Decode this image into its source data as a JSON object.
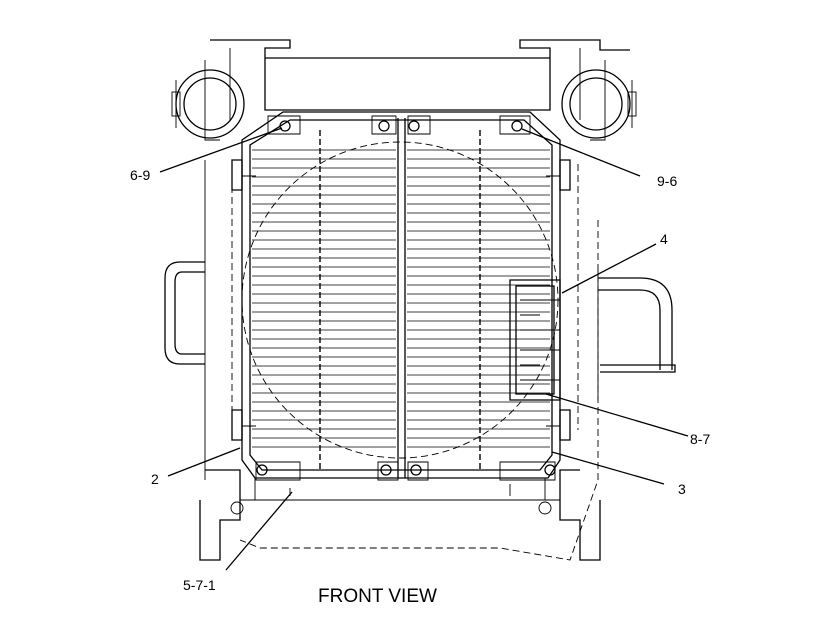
{
  "diagram": {
    "caption": "FRONT VIEW",
    "callouts": [
      {
        "id": "c1",
        "text": "6-9"
      },
      {
        "id": "c2",
        "text": "9-6"
      },
      {
        "id": "c3",
        "text": "4"
      },
      {
        "id": "c4",
        "text": "8-7"
      },
      {
        "id": "c5",
        "text": "3"
      },
      {
        "id": "c6",
        "text": "2"
      },
      {
        "id": "c7",
        "text": "5-7-1"
      }
    ]
  }
}
